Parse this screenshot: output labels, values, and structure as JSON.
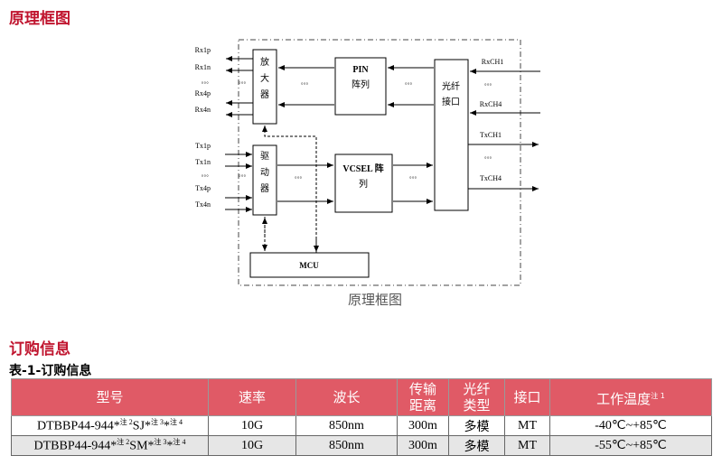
{
  "section1_title": "原理框图",
  "diagram": {
    "caption": "原理框图",
    "left_rx": [
      "Rx1p",
      "Rx1n",
      "Rx4p",
      "Rx4n"
    ],
    "left_tx": [
      "Tx1p",
      "Tx1n",
      "Tx4p",
      "Tx4n"
    ],
    "right_rx": [
      "RxCH1",
      "RxCH4"
    ],
    "right_tx": [
      "TxCH1",
      "TxCH4"
    ],
    "amp": [
      "放",
      "大",
      "器"
    ],
    "driver": [
      "驱",
      "动",
      "器"
    ],
    "pin": [
      "PIN",
      "阵列"
    ],
    "vcsel": [
      "VCSEL 阵",
      "列"
    ],
    "optical": [
      "光纤",
      "接口"
    ],
    "mcu": "MCU",
    "dots": "◦◦◦"
  },
  "section2_title": "订购信息",
  "table_caption": "表-1-订购信息",
  "table": {
    "headers": [
      {
        "text": "型号"
      },
      {
        "text": "速率"
      },
      {
        "text": "波长"
      },
      {
        "line1": "传输",
        "line2": "距离"
      },
      {
        "line1": "光纤",
        "line2": "类型"
      },
      {
        "text": "接口"
      },
      {
        "text": "工作温度",
        "note": "注 1"
      }
    ],
    "rows": [
      {
        "model": {
          "a": "DTBBP44-944*",
          "n1": "注 2",
          "b": "SJ*",
          "n2": "注 3",
          "c": "*",
          "n3": "注 4"
        },
        "rate": "10G",
        "wavelength": "850nm",
        "distance": "300m",
        "fiber": "多模",
        "interface": "MT",
        "temp": "-40℃~+85℃"
      },
      {
        "model": {
          "a": "DTBBP44-944*",
          "n1": "注 2",
          "b": "SM*",
          "n2": "注 3",
          "c": "*",
          "n3": "注 4"
        },
        "rate": "10G",
        "wavelength": "850nm",
        "distance": "300m",
        "fiber": "多模",
        "interface": "MT",
        "temp": "-55℃~+85℃"
      }
    ]
  }
}
